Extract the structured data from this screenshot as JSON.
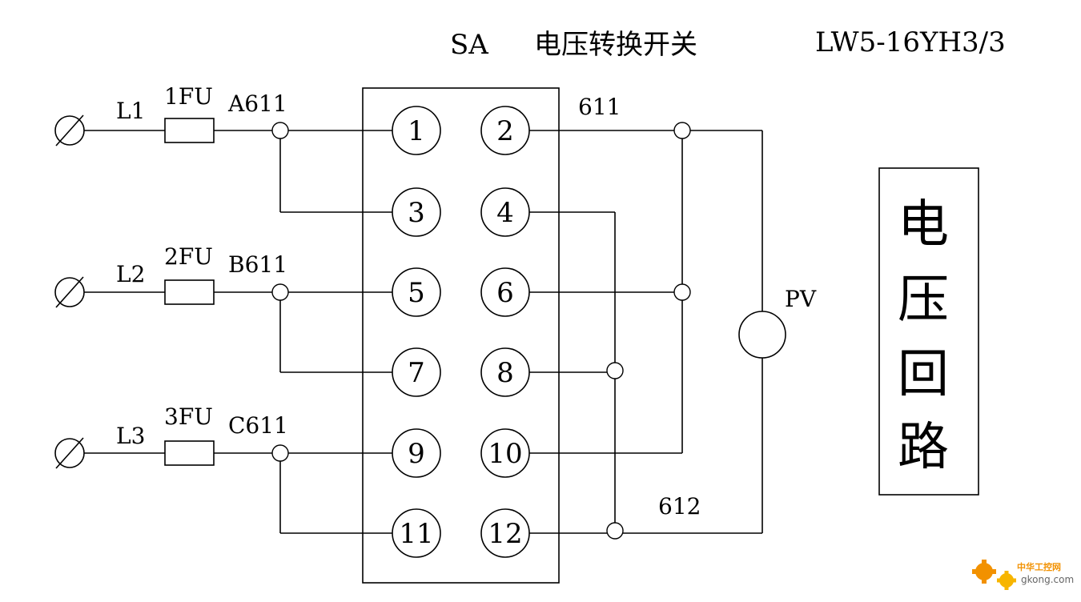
{
  "title": {
    "device": "SA",
    "name": "电压转换开关",
    "model": "LW5-16YH3/3"
  },
  "phases": [
    {
      "line": "L1",
      "fuse": "1FU",
      "wire": "A611"
    },
    {
      "line": "L2",
      "fuse": "2FU",
      "wire": "B611"
    },
    {
      "line": "L3",
      "fuse": "3FU",
      "wire": "C611"
    }
  ],
  "contacts": [
    "1",
    "2",
    "3",
    "4",
    "5",
    "6",
    "7",
    "8",
    "9",
    "10",
    "11",
    "12"
  ],
  "wires": {
    "top": "611",
    "bottom": "612"
  },
  "meter": "PV",
  "side_label": [
    "电",
    "压",
    "回",
    "路"
  ],
  "watermark": {
    "logo_text": "中华工控网",
    "domain": "gkong.com",
    "brand_color": "#f29100"
  }
}
